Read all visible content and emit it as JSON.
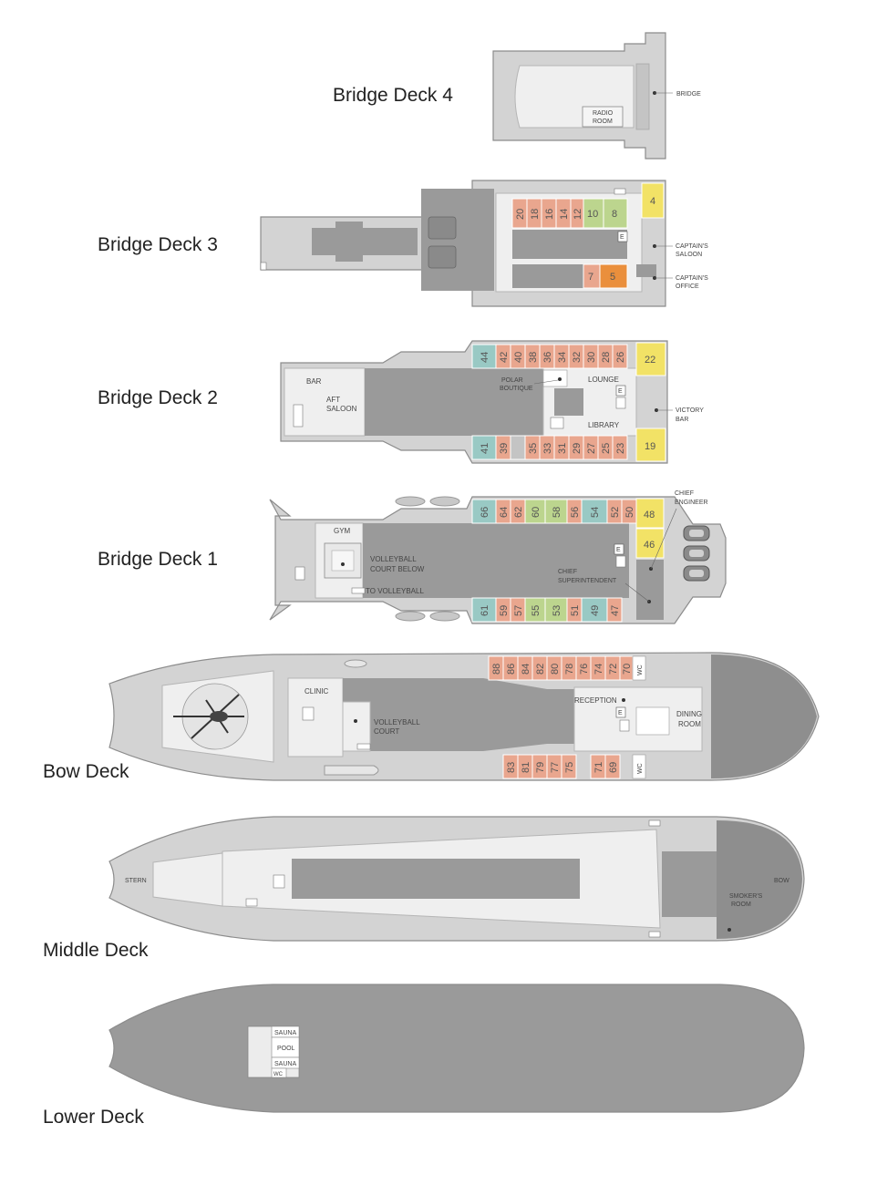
{
  "colors": {
    "salmon": "#e9a68e",
    "green": "#bcd58e",
    "teal": "#99c9c4",
    "yellow": "#f2e266",
    "orange": "#ea8f3c",
    "hull": "#d3d3d3",
    "deck_dark": "#9a9a9a"
  },
  "decks": {
    "bridge4": {
      "title": "Bridge Deck 4",
      "labels": {
        "radio": [
          "RADIO",
          "ROOM"
        ],
        "bridge": "BRIDGE"
      }
    },
    "bridge3": {
      "title": "Bridge Deck 3",
      "cabins_top": [
        "20",
        "18",
        "16",
        "14",
        "12"
      ],
      "cabin_10": "10",
      "cabin_8": "8",
      "cabin_4": "4",
      "cabin_7": "7",
      "cabin_5": "5",
      "elevator": "E",
      "labels": {
        "captains_saloon": [
          "CAPTAIN'S",
          "SALOON"
        ],
        "captains_office": [
          "CAPTAIN'S",
          "OFFICE"
        ]
      }
    },
    "bridge2": {
      "title": "Bridge Deck 2",
      "cabin_44": "44",
      "cabins_top": [
        "42",
        "40",
        "38",
        "36",
        "34",
        "32",
        "30",
        "28",
        "26"
      ],
      "cabin_22": "22",
      "cabin_41": "41",
      "cabins_bottom": [
        "39",
        "35",
        "33",
        "31",
        "29",
        "27",
        "25",
        "23"
      ],
      "cabin_19": "19",
      "elevator": "E",
      "labels": {
        "bar": "BAR",
        "aft_saloon": [
          "AFT",
          "SALOON"
        ],
        "polar_boutique": [
          "POLAR",
          "BOUTIQUE"
        ],
        "lounge": "LOUNGE",
        "library": "LIBRARY",
        "victory_bar": [
          "VICTORY",
          "BAR"
        ]
      }
    },
    "bridge1": {
      "title": "Bridge Deck 1",
      "cabin_66": "66",
      "cabins_top": [
        "64",
        "62",
        "60",
        "58",
        "56",
        "54",
        "52",
        "50"
      ],
      "cabin_48": "48",
      "cabin_46": "46",
      "cabin_61": "61",
      "cabins_bottom": [
        "59",
        "57",
        "55",
        "53",
        "51",
        "49",
        "47"
      ],
      "elevator": "E",
      "labels": {
        "gym": "GYM",
        "volleyball_below": [
          "VOLLEYBALL",
          "COURT BELOW"
        ],
        "to_volleyball": "TO VOLLEYBALL",
        "chief_engineer": [
          "CHIEF",
          "ENGINEER"
        ],
        "chief_superintendent": [
          "CHIEF",
          "SUPERINTENDENT"
        ]
      }
    },
    "bow": {
      "title": "Bow Deck",
      "cabins_top": [
        "88",
        "86",
        "84",
        "82",
        "80",
        "78",
        "76",
        "74",
        "72",
        "70"
      ],
      "cabins_bottom": [
        "83",
        "81",
        "79",
        "77",
        "75",
        "71",
        "69"
      ],
      "wc": "WC",
      "elevator": "E",
      "labels": {
        "clinic": "CLINIC",
        "volleyball": [
          "VOLLEYBALL",
          "COURT"
        ],
        "reception": "RECEPTION",
        "dining": [
          "DINING",
          "ROOM"
        ]
      }
    },
    "middle": {
      "title": "Middle Deck",
      "labels": {
        "stern": "STERN",
        "bow": "BOW",
        "smokers": [
          "SMOKER'S",
          "ROOM"
        ]
      }
    },
    "lower": {
      "title": "Lower Deck",
      "labels": {
        "sauna": "SAUNA",
        "pool": "POOL",
        "wc": "WC"
      }
    }
  }
}
